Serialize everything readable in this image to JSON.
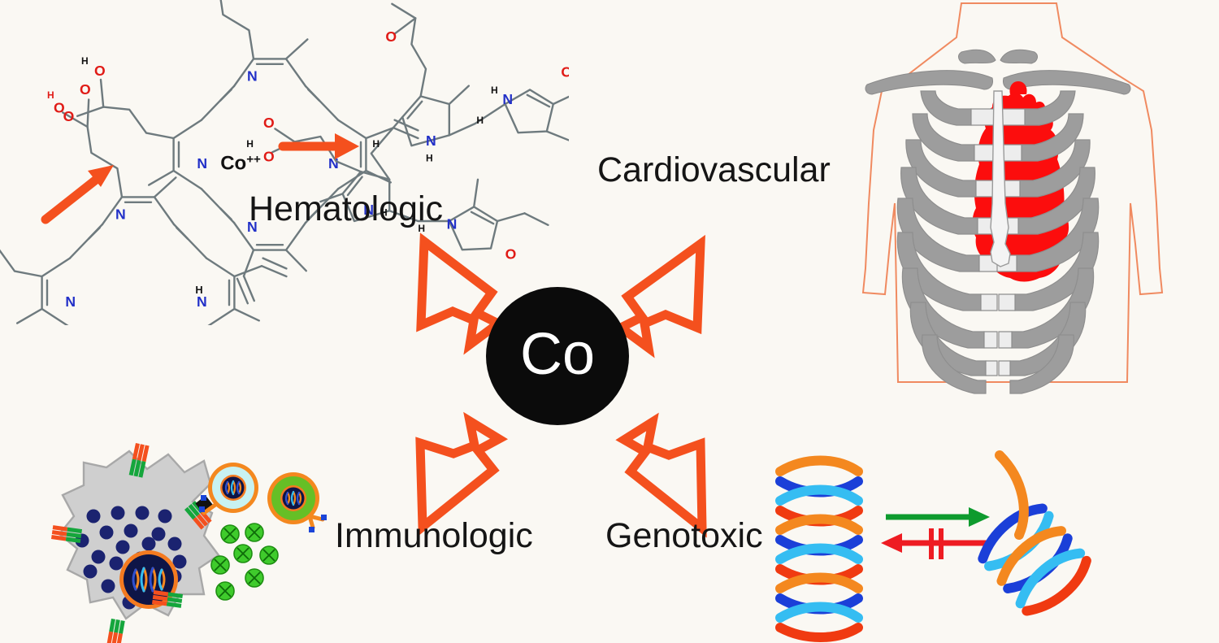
{
  "figure": {
    "title": "Cobalt (Co) systemic toxicity graphical abstract",
    "background_color": "#FAF8F3",
    "center_node": {
      "symbol": "Co",
      "name": "cobalt",
      "fill_color": "#0B0B0B",
      "text_color": "#FFFFFF"
    },
    "arrow_color": "#F4501E",
    "branches": [
      {
        "id": "hematologic",
        "label": "Hematologic",
        "direction": "up-left",
        "illustration": "porphyrin-to-bilirubin-scheme"
      },
      {
        "id": "cardiovascular",
        "label": "Cardiovascular",
        "direction": "up-right",
        "illustration": "torso-ribcage-heart"
      },
      {
        "id": "immunologic",
        "label": "Immunologic",
        "direction": "down-left",
        "illustration": "immune-cell-antigen-presentation"
      },
      {
        "id": "genotoxic",
        "label": "Genotoxic",
        "direction": "down-right",
        "illustration": "dna-helix-fragmentation"
      }
    ]
  },
  "hematologic_panel": {
    "molecules": [
      {
        "id": "protoporphyrin",
        "metal_label": "",
        "atom_labels": [
          "O",
          "O",
          "H",
          "O",
          "O",
          "H",
          "N",
          "N",
          "N",
          "H",
          "N",
          "H"
        ]
      },
      {
        "id": "cobalt-porphyrin",
        "metal_label": "Co++",
        "atom_labels": [
          "O",
          "O",
          "H",
          "H",
          "O",
          "O",
          "N",
          "N",
          "N",
          "N"
        ]
      },
      {
        "id": "bilirubin",
        "metal_label": "",
        "atom_labels": [
          "O",
          "O",
          "H",
          "H",
          "O",
          "O",
          "N",
          "H",
          "N",
          "H",
          "N",
          "H",
          "N",
          "H",
          "H",
          "H",
          "O",
          "O"
        ]
      }
    ],
    "reaction_arrows": [
      {
        "id": "arrow-proto-to-cobalt",
        "style": "solid",
        "color": "#F4501E"
      },
      {
        "id": "arrow-cobalt-to-bilirubin",
        "style": "solid",
        "color": "#F4501E"
      }
    ],
    "colors": {
      "bond": "#6E7A7E",
      "nitrogen": "#2230C8",
      "oxygen": "#E01B16",
      "hydrogen": "#2230C8",
      "metal_text": "#111111"
    }
  },
  "cardiovascular_panel": {
    "elements": [
      "torso-outline",
      "clavicles",
      "rib-pairs",
      "sternum",
      "heart"
    ],
    "colors": {
      "torso_outline": "#F08A60",
      "rib_dark": "#9D9D9D",
      "rib_light": "#EDEDED",
      "heart": "#FC0D0D"
    },
    "rib_pair_count": 9
  },
  "immunologic_panel": {
    "elements": [
      "antigen-presenting-cell",
      "surface-receptors",
      "granules",
      "nucleus-with-dna",
      "lymphocyte-cyan",
      "lymphocyte-green",
      "cytokine-particles"
    ],
    "colors": {
      "cell_body": "#CFCFCF",
      "cell_outline": "#A8A8A8",
      "granule": "#1B2370",
      "nucleus": "#0E1547",
      "nucleus_rim": "#F47A20",
      "dna_strand_blue": "#2F4FD0",
      "dna_strand_orange": "#F4881F",
      "receptor_orange": "#F4501E",
      "receptor_green": "#15A63C",
      "lymphocyte_cyan": "#C8F2F2",
      "lymphocyte_green": "#66BF26",
      "membrane": "#F4881F",
      "cytokine": "#3FCB2C",
      "antibody_blue": "#1B45D8"
    },
    "granule_count": 20,
    "cytokine_count": 7
  },
  "genotoxic_panel": {
    "elements": [
      "intact-dna-helix",
      "fragmented-dna-strands",
      "forward-arrow",
      "blocked-reverse-arrow"
    ],
    "forward_arrow": {
      "color": "#0E9B2E",
      "meaning": "damage proceeds",
      "blocked": false
    },
    "reverse_arrow": {
      "color": "#EE1C22",
      "meaning": "repair blocked",
      "blocked": true,
      "block_marks": 2
    },
    "strand_colors": {
      "dark_blue": "#1B3FD8",
      "light_blue": "#35BDF2",
      "orange": "#F4881F",
      "red": "#F03A11"
    },
    "intact_turns": 5,
    "fragment_count": 3
  }
}
